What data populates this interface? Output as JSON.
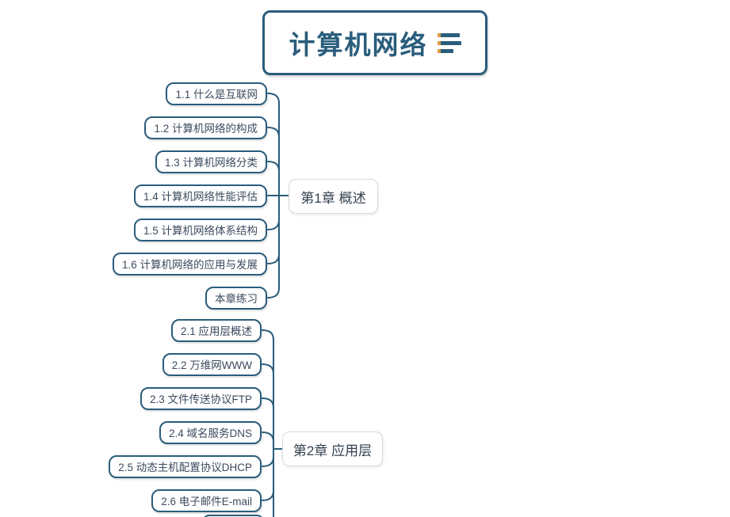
{
  "root": {
    "title": "计算机网络",
    "notes_icon": "notes-icon"
  },
  "branches": [
    {
      "label": "第1章 概述",
      "children": [
        "1.1 什么是互联网",
        "1.2 计算机网络的构成",
        "1.3 计算机网络分类",
        "1.4 计算机网络性能评估",
        "1.5 计算机网络体系结构",
        "1.6 计算机网络的应用与发展",
        "本章练习"
      ]
    },
    {
      "label": "第2章 应用层",
      "children": [
        "2.1 应用层概述",
        "2.2 万维网WWW",
        "2.3 文件传送协议FTP",
        "2.4 域名服务DNS",
        "2.5 动态主机配置协议DHCP",
        "2.6 电子邮件E-mail"
      ]
    }
  ],
  "colors": {
    "branch_line": "#2a5d7c",
    "chapter_border": "#d9d9d9",
    "child_text": "#3c4b5e",
    "icon_accent": "#dd9a44",
    "background": "#ffffff"
  }
}
